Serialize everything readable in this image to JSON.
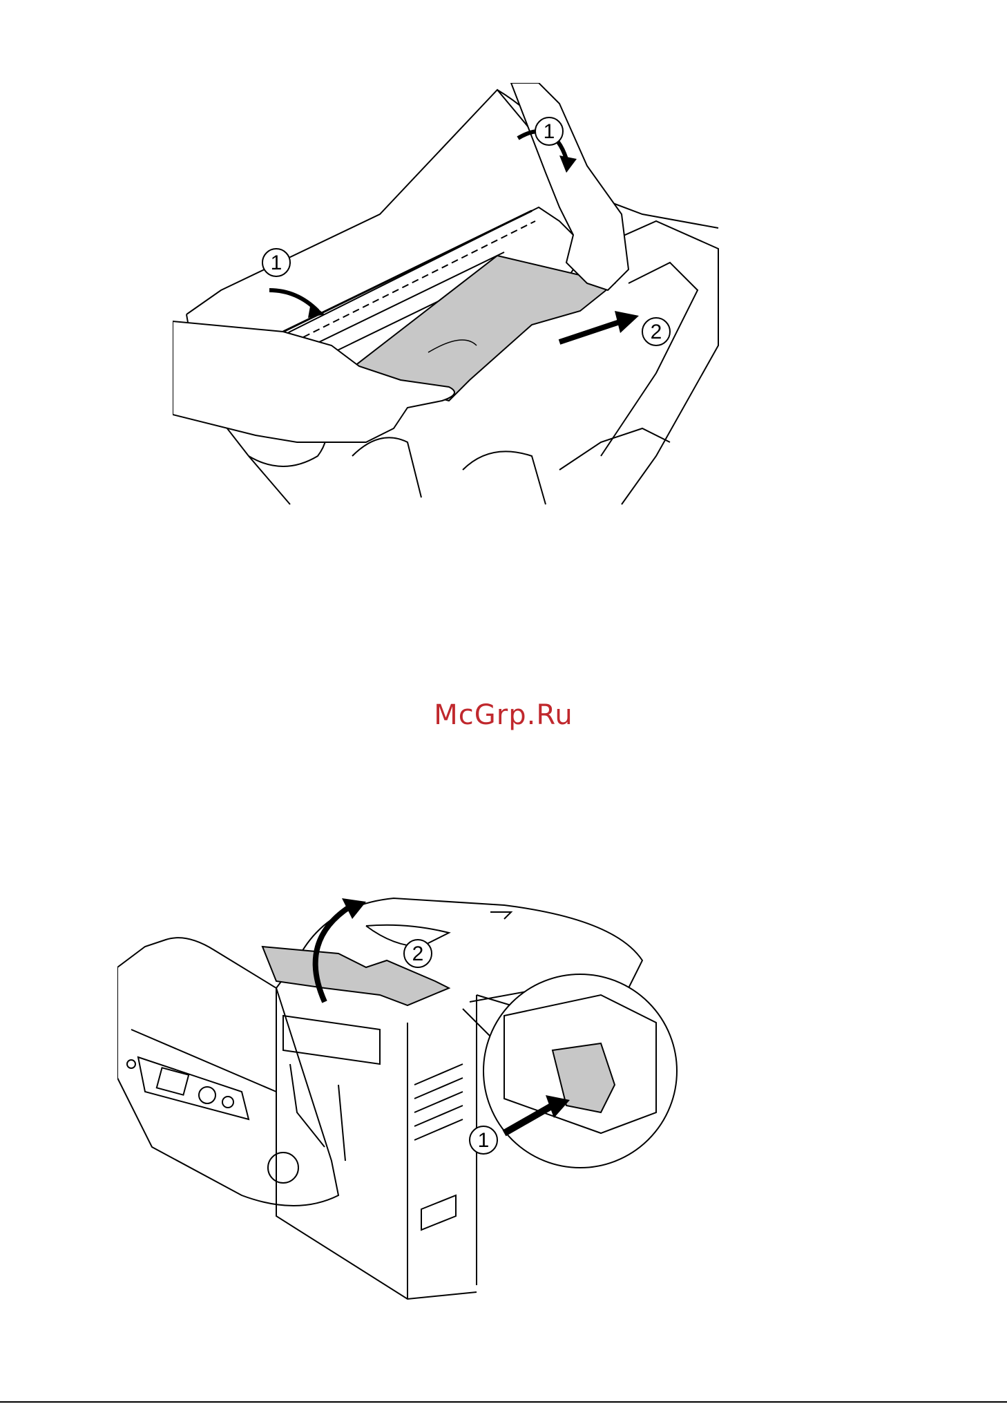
{
  "page": {
    "watermark": "McGrp.Ru"
  },
  "illustration_top": {
    "callouts": [
      "1",
      "1",
      "2"
    ]
  },
  "illustration_bottom": {
    "callouts": [
      "2",
      "1"
    ]
  }
}
